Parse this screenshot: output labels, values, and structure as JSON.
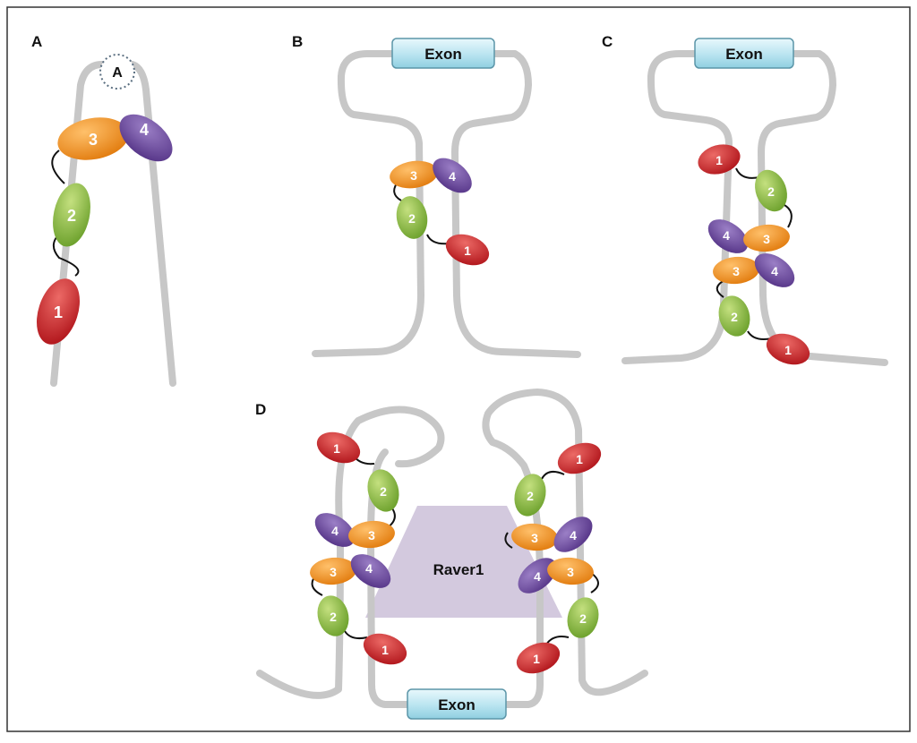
{
  "panels": {
    "A": {
      "label": "A",
      "bubble_text": "A",
      "domains": [
        "1",
        "2",
        "3",
        "4"
      ]
    },
    "B": {
      "label": "B",
      "exon_text": "Exon",
      "domains": [
        "1",
        "2",
        "3",
        "4"
      ]
    },
    "C": {
      "label": "C",
      "exon_text": "Exon",
      "domains": [
        "1",
        "2",
        "3",
        "4",
        "1",
        "2",
        "3",
        "4"
      ]
    },
    "D": {
      "label": "D",
      "exon_text": "Exon",
      "raver_text": "Raver1",
      "domains": [
        "1",
        "2",
        "3",
        "4",
        "1",
        "2",
        "3",
        "4",
        "1",
        "2",
        "3",
        "4",
        "1",
        "2",
        "3",
        "4"
      ]
    }
  },
  "colors": {
    "domain_1": "#c0262b",
    "domain_2": "#7fb43a",
    "domain_3": "#f0901e",
    "domain_4": "#6c4a9e",
    "rna_strand": "#c7c7c7",
    "exon_fill": "#bfe7f2",
    "raver1_fill": "#d3c9de",
    "frame": "#333333"
  }
}
